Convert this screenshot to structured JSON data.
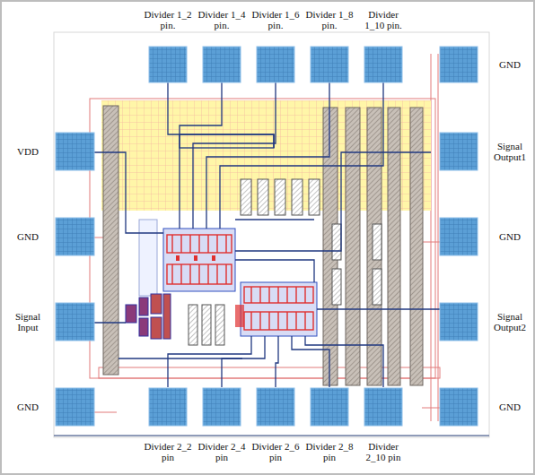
{
  "diagram": {
    "labels": [
      "Divider 1_2 pin.",
      "Divider 1_4 pin.",
      "Divider 1_6 pin.",
      "Divider 1_8 pin.",
      "Divider 1_10 pin.",
      "GND",
      "VDD",
      "Signal Output1",
      "GND",
      "GND",
      "Signal Input",
      "Signal Output2",
      "GND",
      "GND",
      "Divider 2_2 pin",
      "Divider 2_4 pin",
      "Divider 2_6 pin",
      "Divider 2_8 pin",
      "Divider 2_10 pin"
    ]
  }
}
